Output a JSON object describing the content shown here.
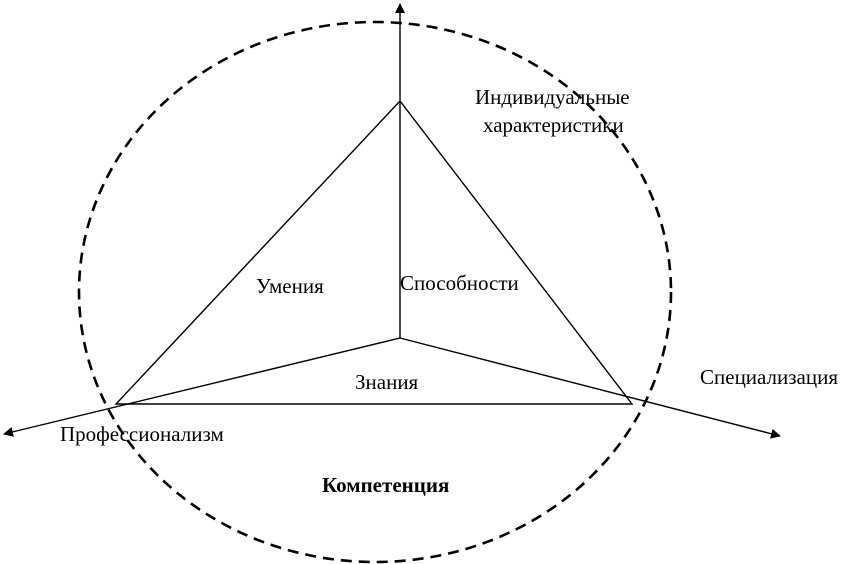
{
  "diagram": {
    "labels": {
      "individual_line1": "Индивидуальные",
      "individual_line2": "характеристики",
      "skills": "Умения",
      "abilities": "Способности",
      "knowledge": "Знания",
      "specialization": "Специализация",
      "professionalism": "Профессионализм",
      "competence": "Компетенция"
    },
    "colors": {
      "stroke": "#000000",
      "background": "#ffffff"
    }
  }
}
